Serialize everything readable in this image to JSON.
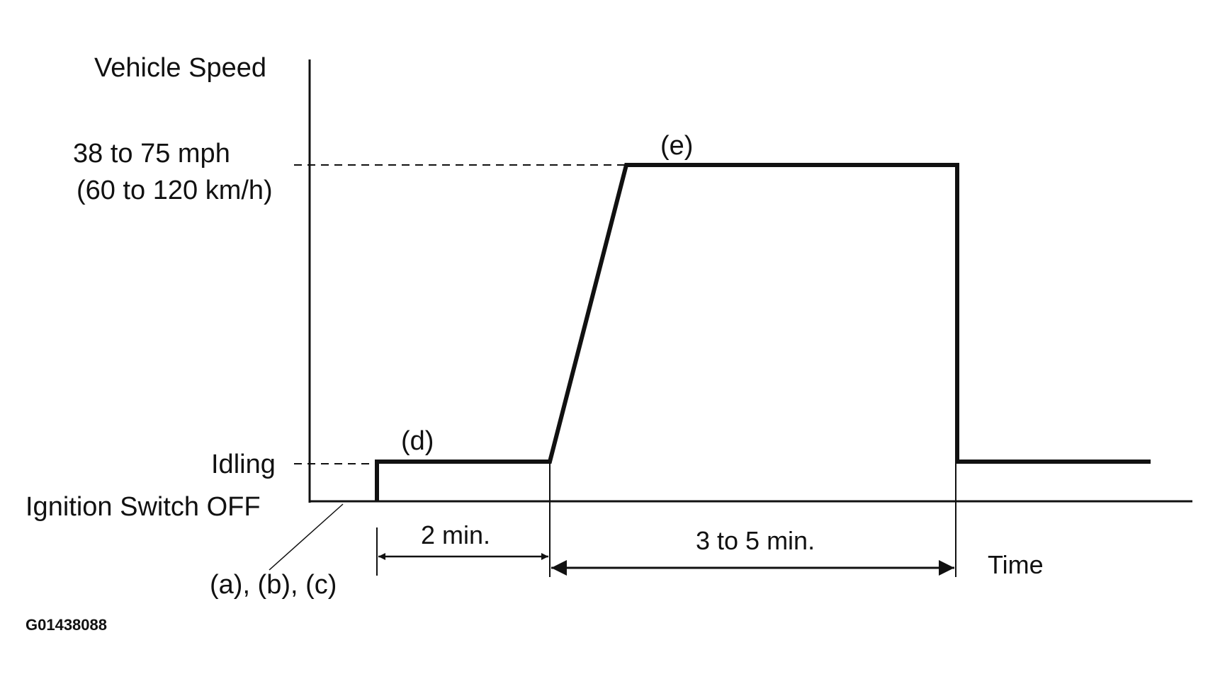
{
  "diagram": {
    "y_axis_label": "Vehicle Speed",
    "x_axis_label": "Time",
    "speed_level_line1": "38 to 75 mph",
    "speed_level_line2": "(60 to 120 km/h)",
    "idle_level": "Idling",
    "off_level": "Ignition Switch OFF",
    "step_d": "(d)",
    "step_e": "(e)",
    "steps_abc": "(a), (b), (c)",
    "duration_1": "2 min.",
    "duration_2": "3 to 5 min.",
    "figure_id": "G01438088",
    "line_color": "#111111"
  }
}
